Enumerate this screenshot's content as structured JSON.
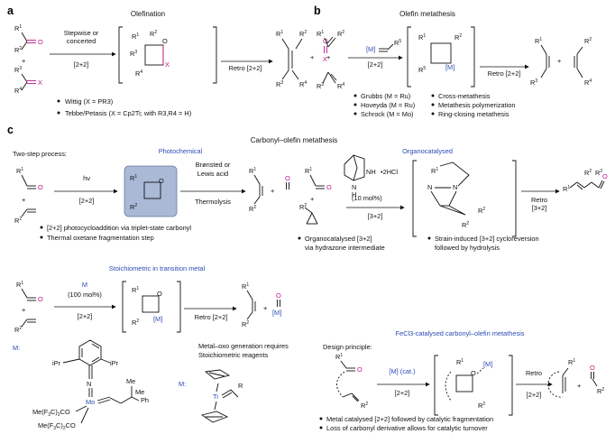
{
  "panels": {
    "a": {
      "label": "a",
      "title": "Olefination"
    },
    "b": {
      "label": "b",
      "title": "Olefin metathesis"
    },
    "c": {
      "label": "c",
      "title": "Carbonyl–olefin metathesis"
    }
  },
  "a": {
    "arrow1_top": "Stepwise or",
    "arrow1_top2": "concerted",
    "arrow1_bottom": "[2+2]",
    "arrow2": "Retro [2+2]",
    "bullets": [
      "Wittig (X = PR3)",
      "Tebbe/Petasis (X = Cp2Ti; with R3,R4 = H)"
    ]
  },
  "b": {
    "arrow1": "[2+2]",
    "arrow2": "Retro [2+2]",
    "catalysts": [
      "Grubbs (M = Ru)",
      "Hoveyda (M = Ru)",
      "Schrock (M = Mo)"
    ],
    "types": [
      "Cross-metathesis",
      "Metathesis polymerization",
      "Ring-closing metathesis"
    ]
  },
  "c": {
    "two_step": "Two-step process:",
    "photochemical": "Photochemical",
    "hv": "hν",
    "pc_arrow": "[2+2]",
    "acid_top": "Brønsted or",
    "acid_top2": "Lewis acid",
    "thermolysis": "Thermolysis",
    "pc_bullets": [
      "[2+2] photocycloaddition via triplet-state carbonyl",
      "Thermal oxetane fragmentation step"
    ],
    "organocatalysed": "Organocatalysed",
    "org_reagent": "•2HCl",
    "org_loading": "(10 mol%)",
    "org_arrow": "[3+2]",
    "org_retro": "Retro",
    "org_retro2": "[3+2]",
    "org_bullets": [
      "Organocatalysed [3+2]",
      "via hydrazone intermediate",
      "Strain-induced [3+2] cycloreversion",
      "followed by hydrolysis"
    ],
    "stoich_title": "Stoichiometric in transition metal",
    "stoich_M": "M",
    "stoich_loading": "(100 mol%)",
    "stoich_arrow": "[2+2]",
    "stoich_retro": "Retro [2+2]",
    "m_label": "M:",
    "m_label2": "M:",
    "metal_oxo": "Metal–oxo generation requires",
    "metal_oxo2": "Stoichiometric reagents",
    "fecl3_title": "FeCl3-catalysed carbonyl–olefin metathesis",
    "design": "Design principle:",
    "fe_cat": "[M] (cat.)",
    "fe_arrow": "[2+2]",
    "fe_retro": "Retro",
    "fe_retro2": "[2+2]",
    "fe_bullets": [
      "Metal catalysed [2+2] followed by catalytic fragmentation",
      "Loss of carbonyl derivative allows for catalytic turnover"
    ]
  },
  "colors": {
    "blue": "#2c4bb5",
    "magenta": "#c0178e",
    "box": "#a9b9d6"
  }
}
